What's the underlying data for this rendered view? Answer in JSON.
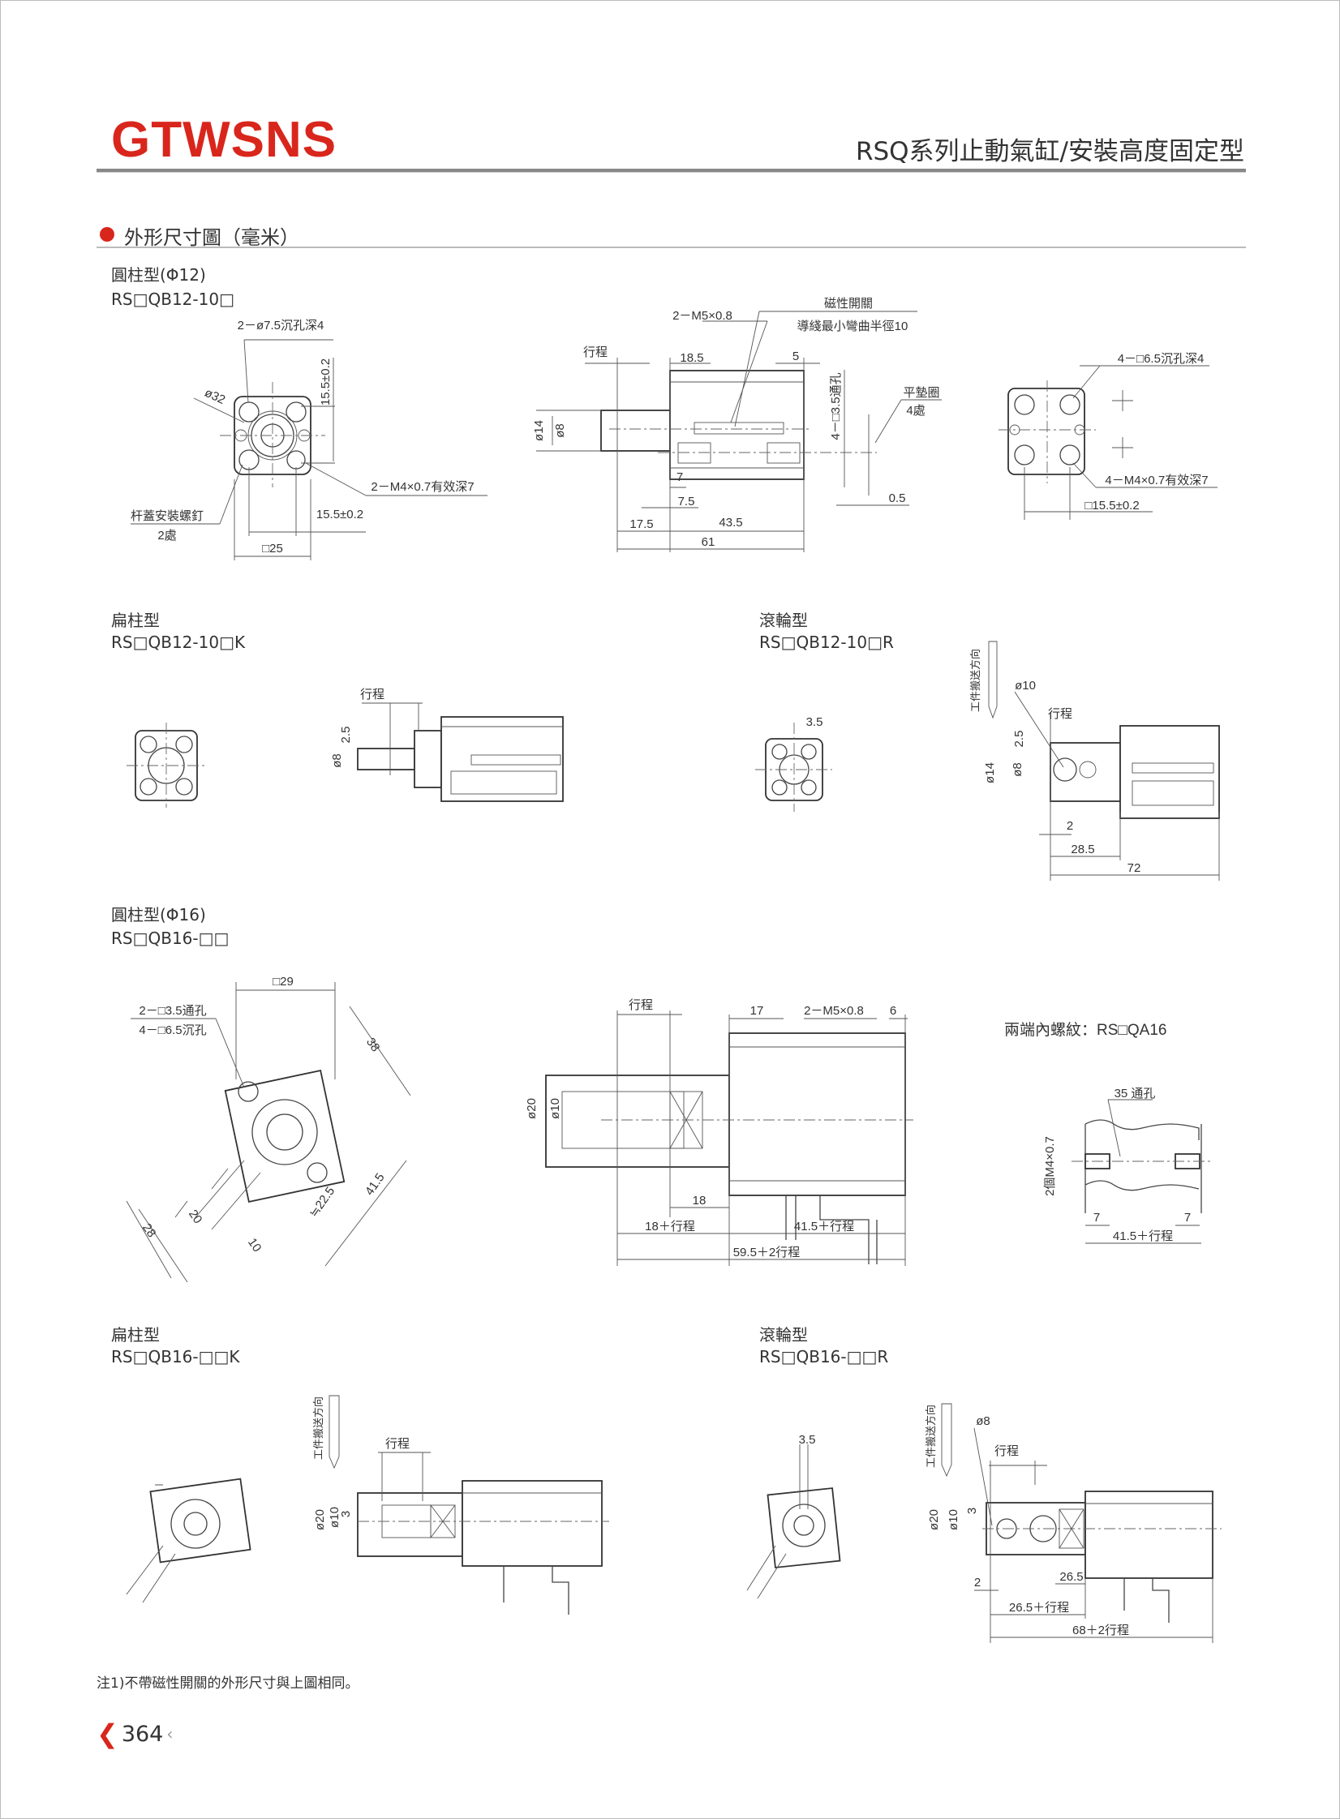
{
  "header": {
    "logo": "GTWSNS",
    "title": "RSQ系列止動氣缸/安裝高度固定型"
  },
  "section": {
    "title": "外形尺寸圖（毫米）"
  },
  "groups": {
    "g1": {
      "title": "圓柱型(Φ12)",
      "model": "RS□QB12-10□"
    },
    "g2": {
      "title": "扁柱型",
      "model": "RS□QB12-10□K"
    },
    "g3": {
      "title": "滾輪型",
      "model": "RS□QB12-10□R"
    },
    "g4": {
      "title": "圓柱型(Φ16)",
      "model": "RS□QB16-□□"
    },
    "g5": {
      "title": "扁柱型",
      "model": "RS□QB16-□□K"
    },
    "g6": {
      "title": "滾輪型",
      "model": "RS□QB16-□□R"
    }
  },
  "d1": [
    "2－ø7.5沉孔深4",
    "ø32",
    "15.5±0.2",
    "2－M4×0.7有效深7",
    "杆蓋安裝螺釘",
    "2處",
    "15.5±0.2",
    "□25"
  ],
  "d2": [
    "2－M5×0.8",
    "磁性開關",
    "導綫最小彎曲半徑10",
    "行程",
    "18.5",
    "5",
    "4－□3.5通孔",
    "平墊圈",
    "4處",
    "ø14",
    "ø8",
    "7",
    "7.5",
    "0.5",
    "17.5",
    "43.5",
    "61"
  ],
  "d3": [
    "4－□6.5沉孔深4",
    "4－M4×0.7有效深7",
    "□15.5±0.2"
  ],
  "d4": [
    "行程",
    "2.5",
    "ø8"
  ],
  "d5": [
    "3.5",
    "工件搬送方向",
    "ø10",
    "行程",
    "2.5",
    "ø8",
    "ø14",
    "2",
    "28.5",
    "72"
  ],
  "d6": [
    "□29",
    "2－□3.5通孔",
    "4－□6.5沉孔",
    "38",
    "41.5",
    "≒22.5",
    "28",
    "20",
    "10"
  ],
  "d7": [
    "行程",
    "17",
    "2－M5×0.8",
    "6",
    "ø20",
    "ø10",
    "18",
    "18＋行程",
    "41.5＋行程",
    "59.5＋2行程"
  ],
  "d8": [
    "兩端內螺紋：RS□QA16",
    "35 通孔",
    "2個M4×0.7",
    "7",
    "7",
    "41.5＋行程"
  ],
  "d9": [
    "工件搬送方向",
    "行程",
    "ø20",
    "ø10",
    "3"
  ],
  "d10": [
    "3.5",
    "工件搬送方向",
    "ø8",
    "行程",
    "ø20",
    "ø10",
    "3",
    "2",
    "26.5",
    "26.5＋行程",
    "68＋2行程"
  ],
  "footer": {
    "note": "注1)不帶磁性開關的外形尺寸與上圖相同。",
    "page": "364"
  }
}
